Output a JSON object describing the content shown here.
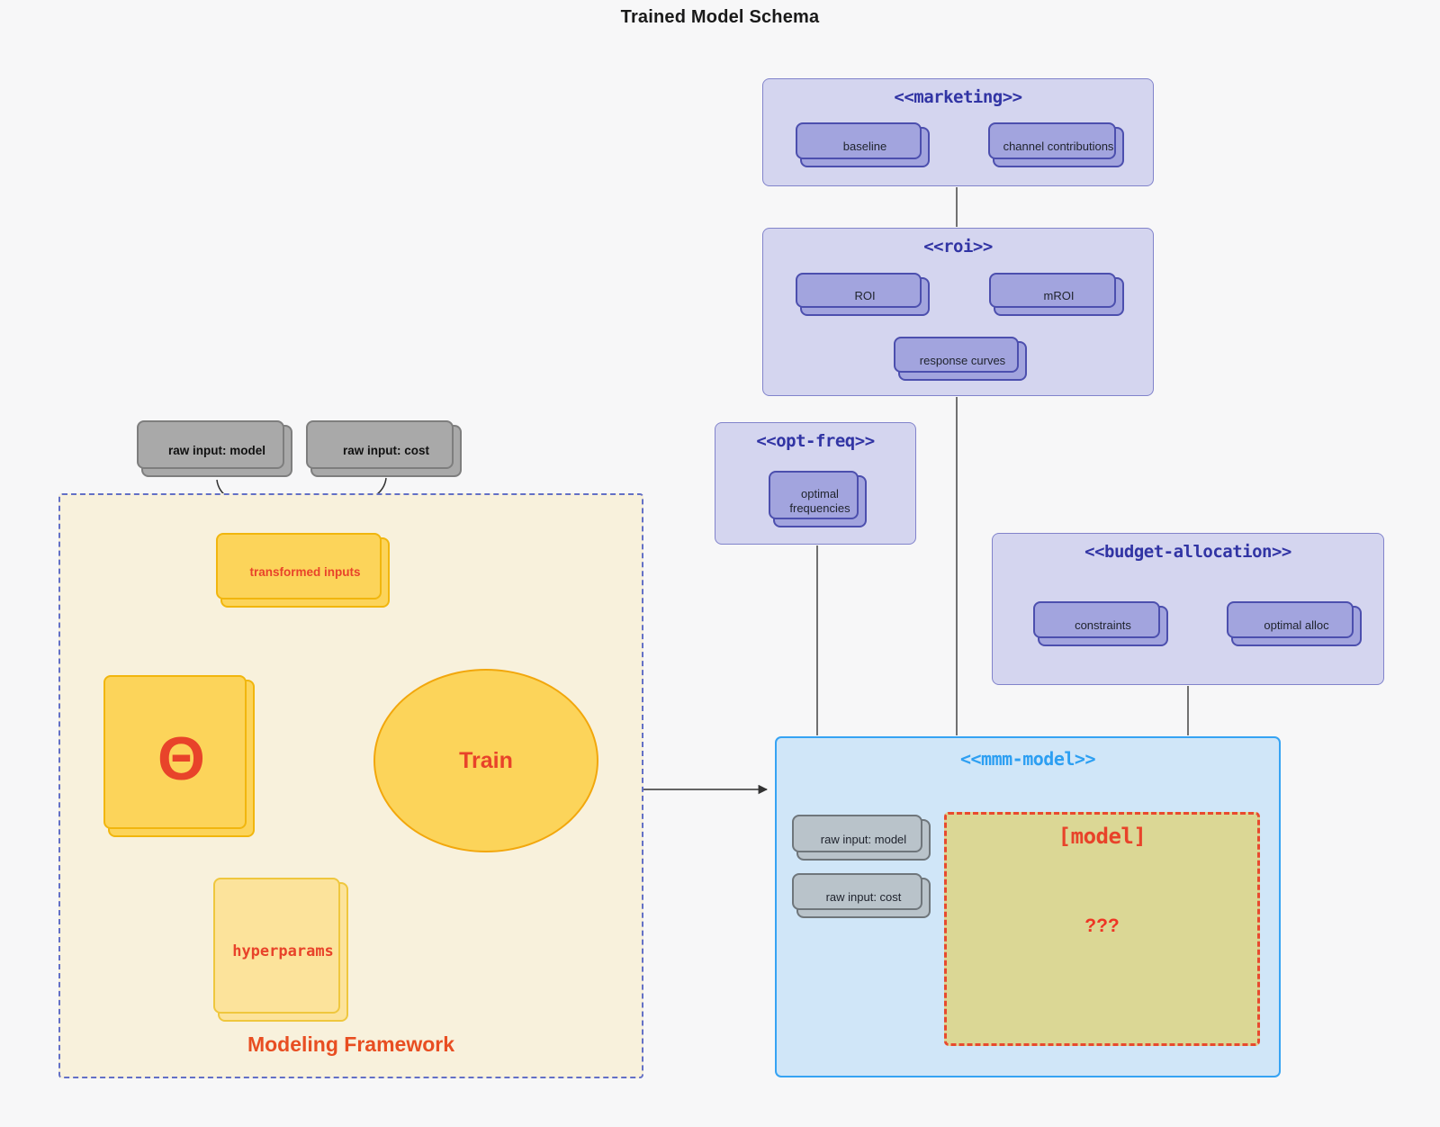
{
  "title": "Trained Model Schema",
  "external_inputs": {
    "raw_model": "raw input: model",
    "raw_cost": "raw input: cost"
  },
  "modeling_framework": {
    "label": "Modeling Framework",
    "transformed_inputs": "transformed inputs",
    "theta": "Θ",
    "train": "Train",
    "hyperparams": "hyperparams"
  },
  "marketing": {
    "title": "<<marketing>>",
    "baseline": "baseline",
    "channel_contributions": "channel contributions"
  },
  "roi": {
    "title": "<<roi>>",
    "roi": "ROI",
    "mroi": "mROI",
    "response_curves": "response curves"
  },
  "opt_freq": {
    "title": "<<opt-freq>>",
    "optimal_frequencies": "optimal frequencies"
  },
  "budget_allocation": {
    "title": "<<budget-allocation>>",
    "constraints": "constraints",
    "optimal_alloc": "optimal alloc"
  },
  "mmm_model": {
    "title": "<<mmm-model>>",
    "raw_model": "raw input: model",
    "raw_cost": "raw input: cost",
    "model_box": "[model]",
    "unknown": "???"
  },
  "colors": {
    "background": "#f7f7f8",
    "purple_container_fill": "#d4d5ef",
    "purple_container_border": "#8183cb",
    "purple_node_fill": "#a2a4de",
    "purple_node_border": "#4c4fae",
    "purple_title_text": "#3134a4",
    "blue_container_fill": "#d0e6f8",
    "blue_container_border": "#36a3f3",
    "blue_title_text": "#2d9ff2",
    "yellow_node_fill": "#fcd45a",
    "yellow_node_border": "#f1b60e",
    "yellow_light_fill": "#fce39b",
    "cream_container_fill": "#f8f1dc",
    "cream_container_border": "#6370c6",
    "khaki_fill": "#dbd795",
    "red_accent": "#e8432a",
    "gray_node_fill": "#a9a9a9",
    "bluegray_node_fill": "#b9c3ca",
    "connector_black": "#444444"
  }
}
